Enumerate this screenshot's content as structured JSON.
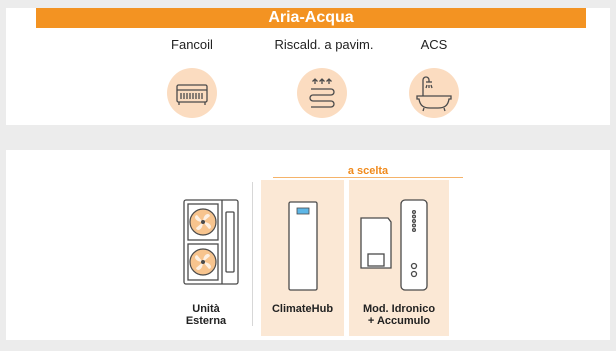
{
  "header": {
    "title": "Aria-Acqua"
  },
  "applications": [
    {
      "label": "Fancoil",
      "icon": "fancoil-icon"
    },
    {
      "label": "Riscald. a pavim.",
      "icon": "underfloor-heating-icon"
    },
    {
      "label": "ACS",
      "icon": "bathtub-shower-icon"
    }
  ],
  "units": {
    "choice_label": "a scelta",
    "outdoor": {
      "line1": "Unità",
      "line2": "Esterna",
      "icon": "outdoor-unit-icon"
    },
    "climatehub": {
      "line1": "ClimateHub",
      "icon": "climatehub-icon"
    },
    "hydro": {
      "line1": "Mod. Idronico",
      "line2": "+ Accumulo",
      "icon": "hydro-module-tank-icon"
    }
  },
  "colors": {
    "accent": "#f39322",
    "highlight_fill": "#fbe8d5",
    "icon_circle": "#fbdcc0",
    "fan": "#f7c48e"
  }
}
